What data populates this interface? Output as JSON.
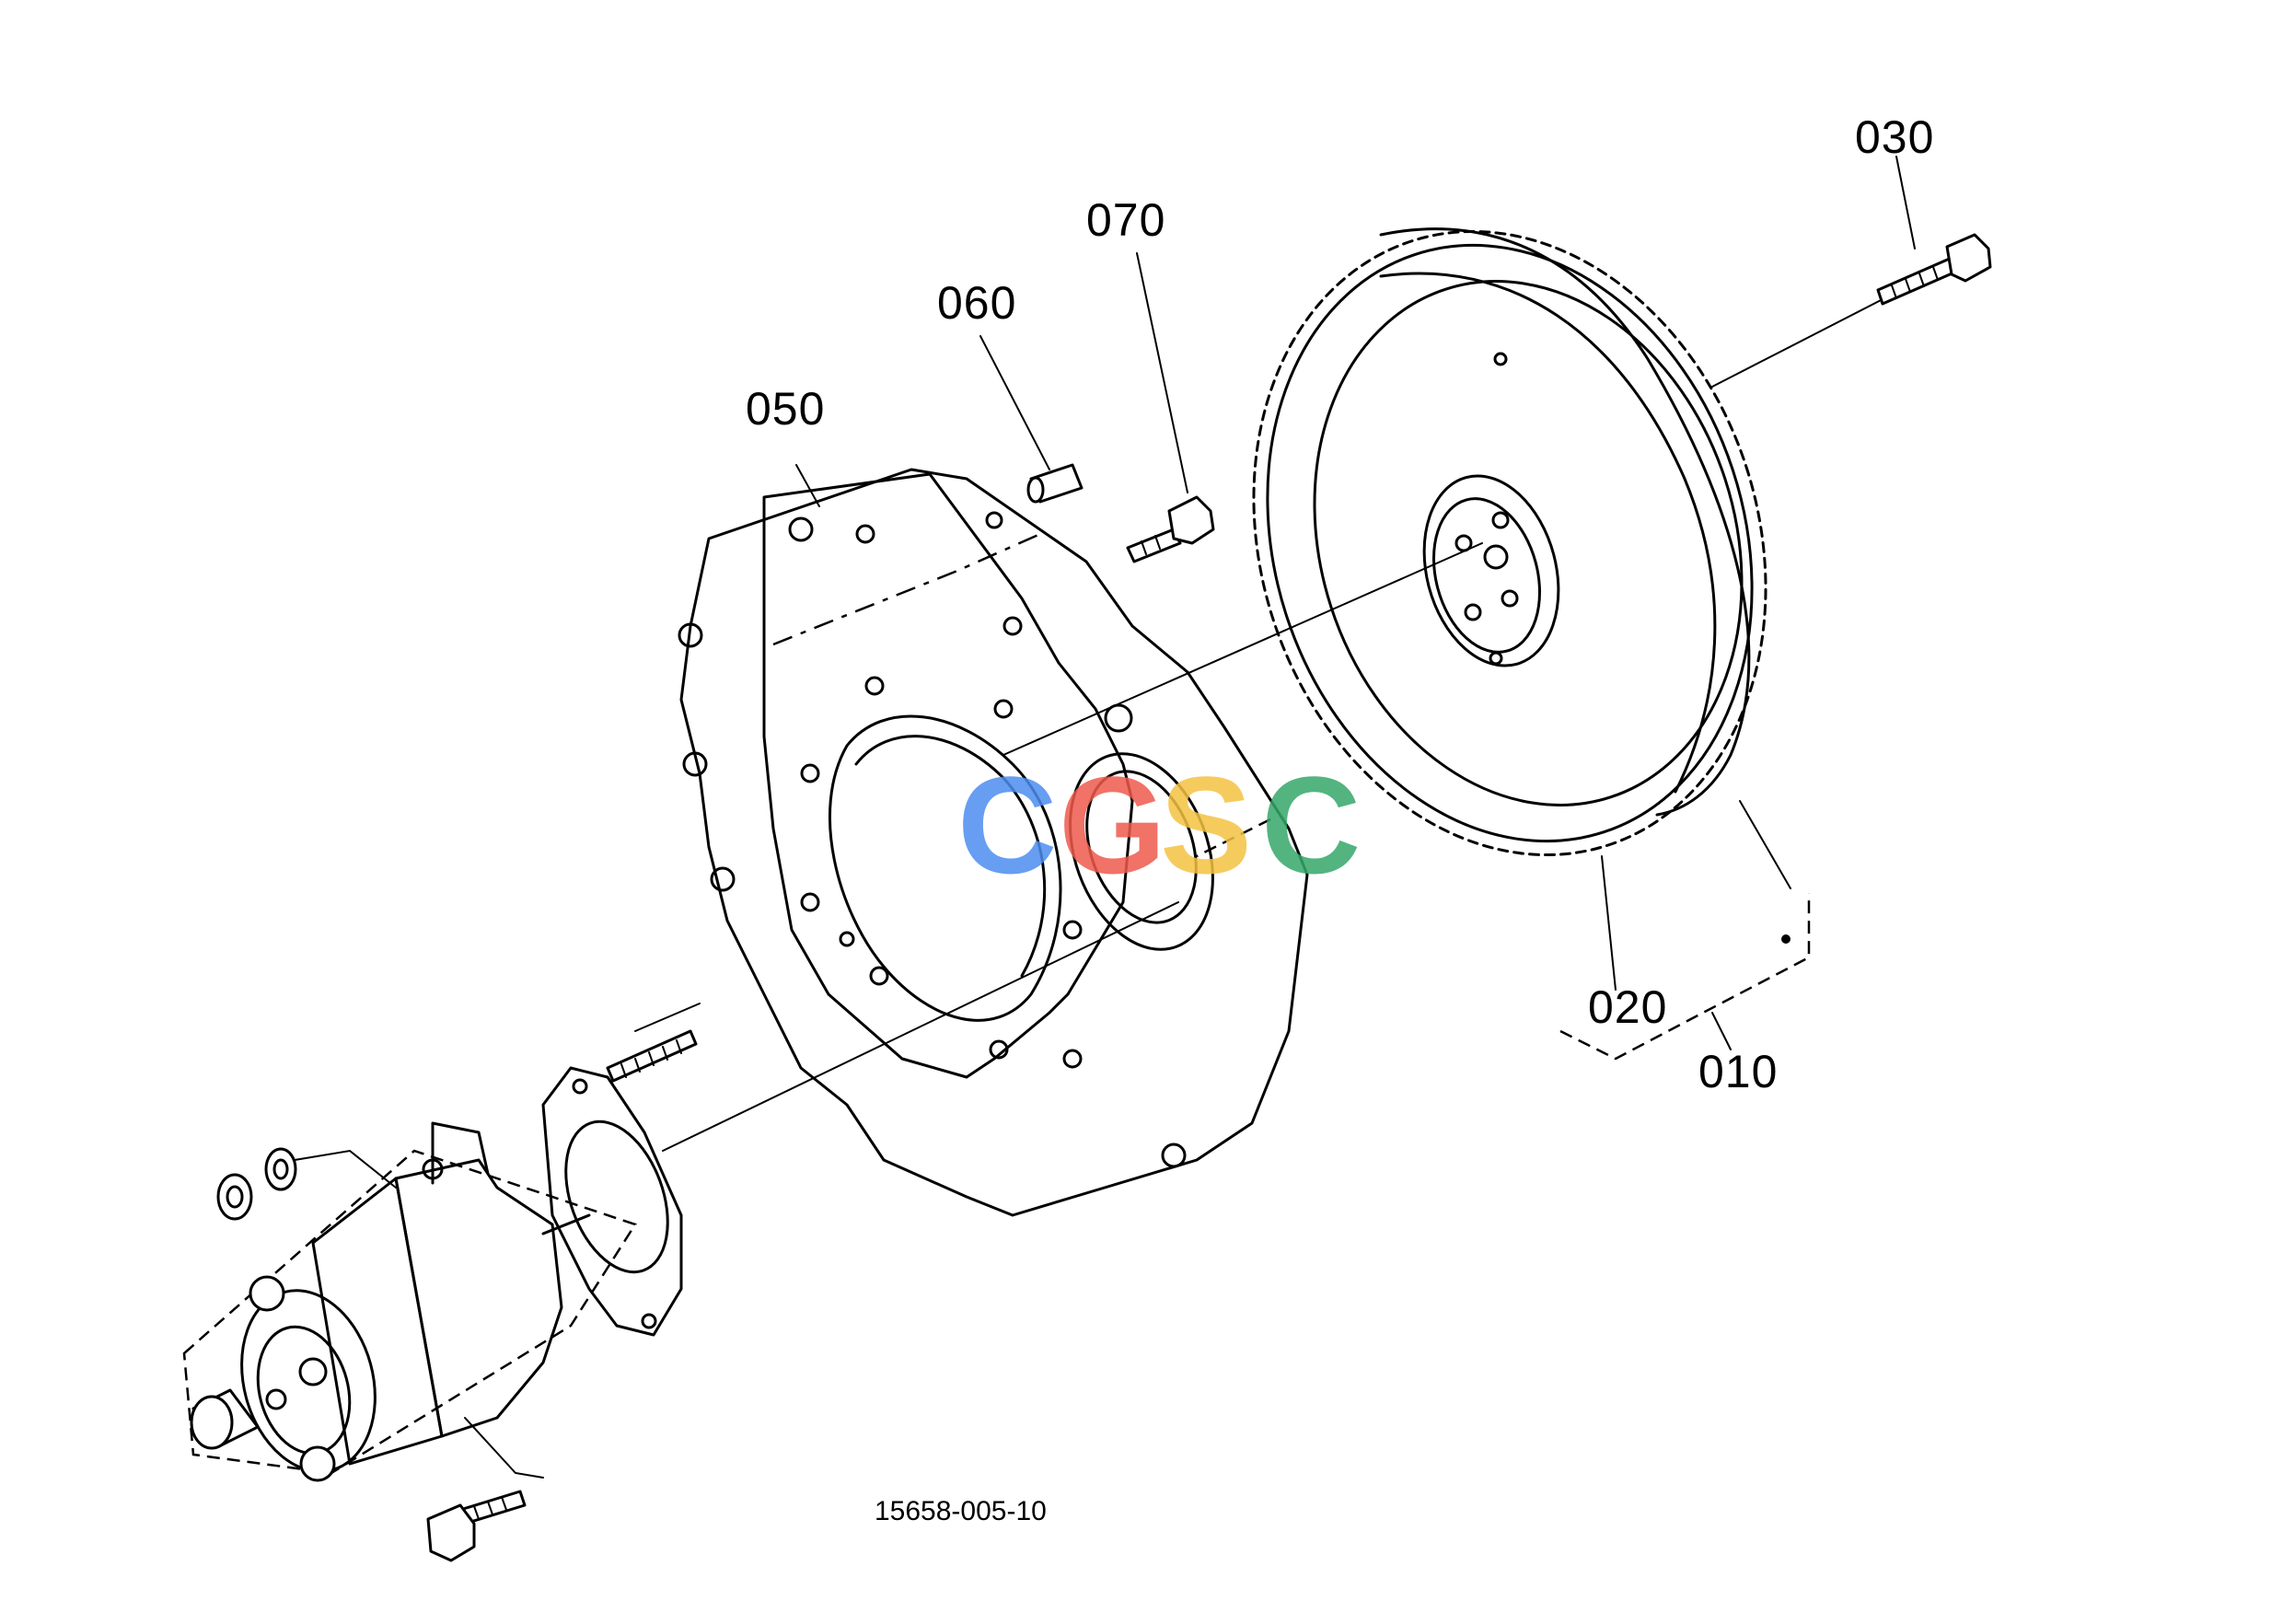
{
  "diagram": {
    "drawing_number": "15658-005-10",
    "watermark": {
      "letters": [
        "C",
        "G",
        "S",
        "C"
      ],
      "colors": [
        "#4d8ef0",
        "#ef5a4d",
        "#f5c242",
        "#36a86a"
      ]
    },
    "part_labels": [
      {
        "id": "label-010",
        "text": "010"
      },
      {
        "id": "label-020",
        "text": "020"
      },
      {
        "id": "label-030",
        "text": "030"
      },
      {
        "id": "label-050",
        "text": "050"
      },
      {
        "id": "label-060",
        "text": "060"
      },
      {
        "id": "label-070",
        "text": "070"
      }
    ],
    "parts": {
      "flywheel": "flywheel-with-ring-gear",
      "housing": "flywheel-housing",
      "starter": "starter-motor",
      "bolts": "hex-bolt",
      "pin": "dowel-pin"
    }
  }
}
